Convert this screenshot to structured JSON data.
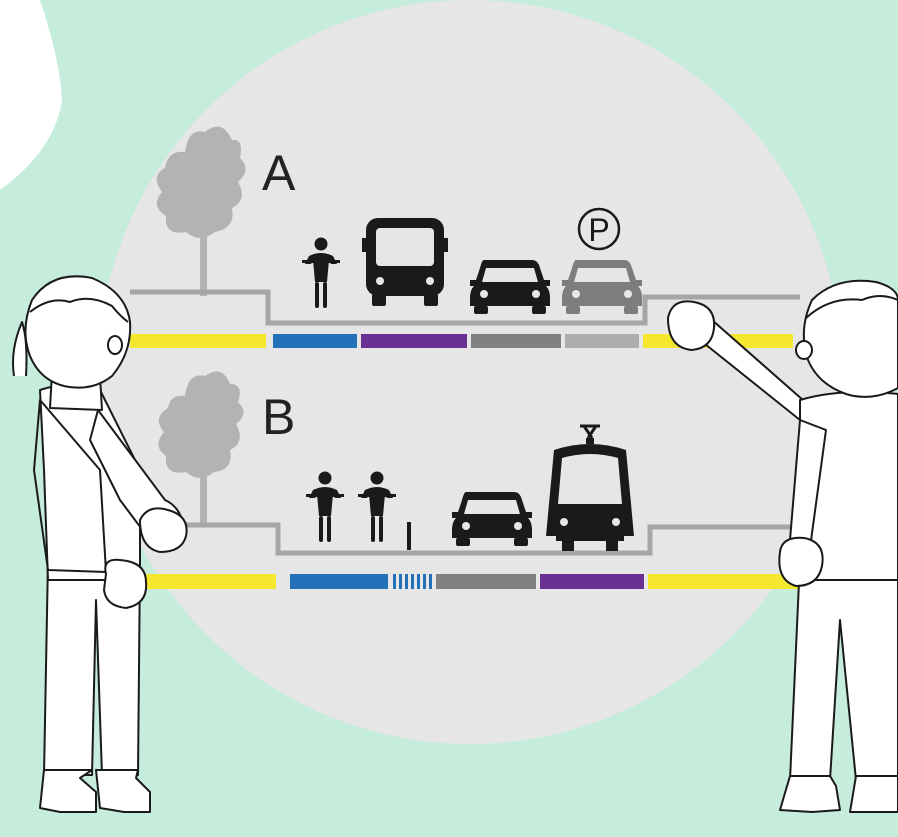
{
  "colors": {
    "background": "#c6ecdc",
    "disc": "#e6e6e6",
    "tree": "#b3b3b3",
    "road_outline": "#a6a6a6",
    "vehicle_dark": "#1a1a1a",
    "vehicle_parked": "#7d7d7d",
    "sidewalk_yellow": "#f5e62e",
    "bike_lane_blue": "#2372b9",
    "transit_lane_purple": "#6a3093",
    "general_lane_gray": "#808080",
    "parking_lane_gray": "#adadad"
  },
  "scenario_a": {
    "label": "A",
    "parking_symbol": "P",
    "icons": [
      "tree-icon",
      "cyclist-icon",
      "bus-icon",
      "car-icon",
      "parked-car-icon",
      "parking-sign-icon"
    ],
    "lane_strip": [
      "sidewalk",
      "bike-lane",
      "transit-lane",
      "general-lane",
      "parking-lane",
      "sidewalk"
    ]
  },
  "scenario_b": {
    "label": "B",
    "icons": [
      "tree-icon",
      "cyclist-icon",
      "cyclist-icon",
      "bollard-icon",
      "car-icon",
      "tram-icon"
    ],
    "lane_strip": [
      "sidewalk",
      "bike-lane",
      "buffer",
      "general-lane",
      "transit-lane",
      "sidewalk"
    ]
  },
  "people": [
    "left-person-figure",
    "right-person-figure"
  ]
}
